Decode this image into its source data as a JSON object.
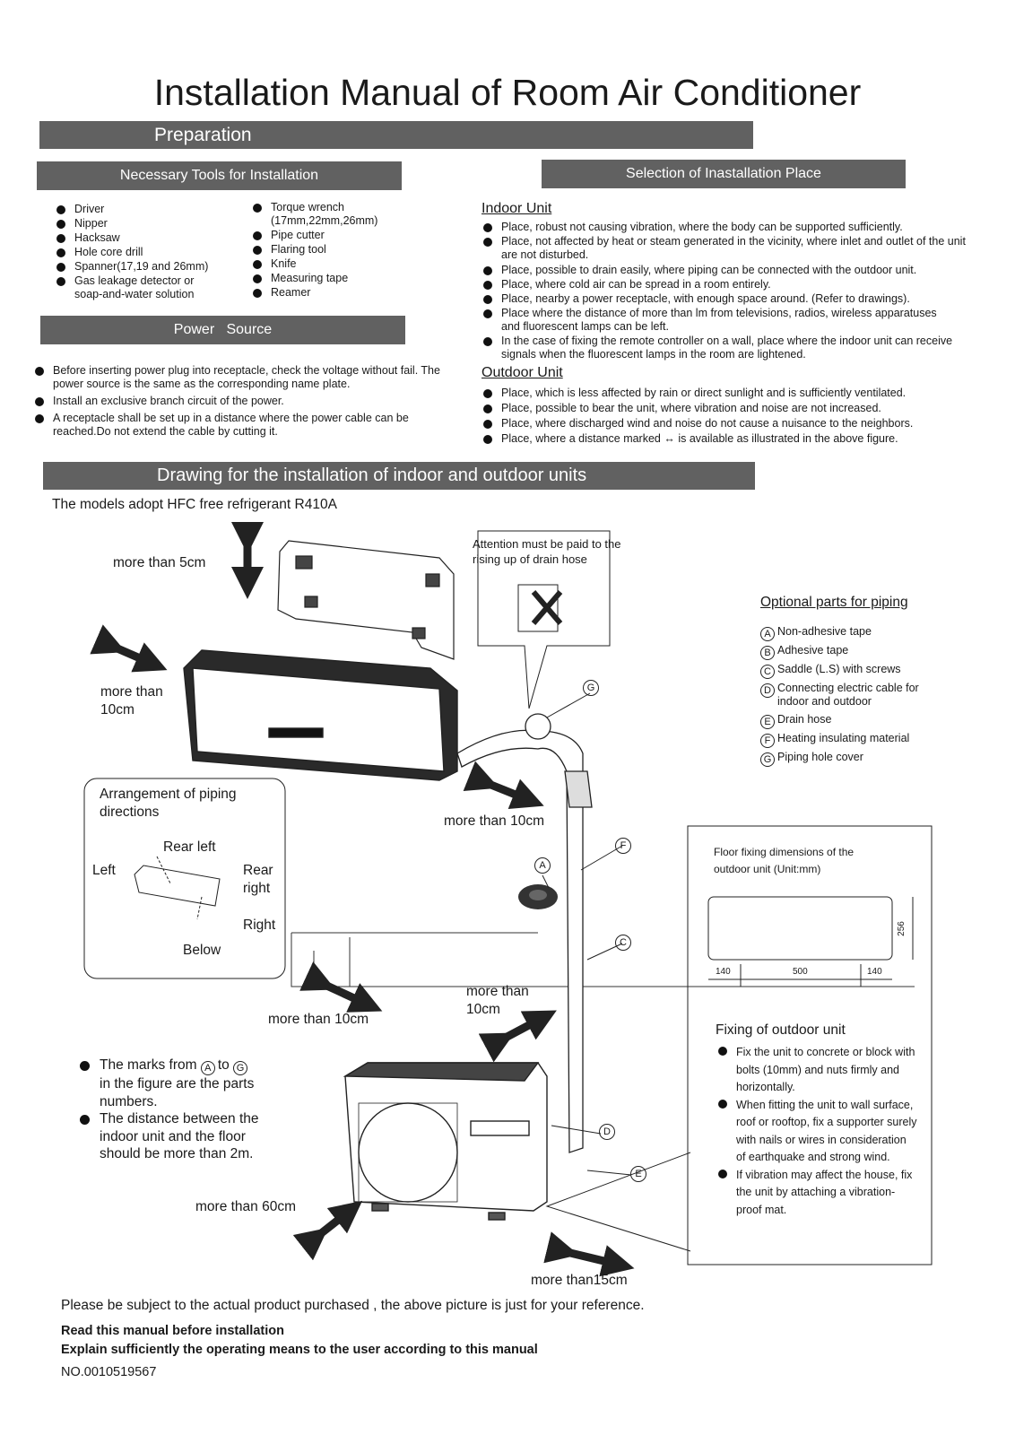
{
  "title": "Installation Manual of Room Air Conditioner",
  "preparation_bar": "Preparation",
  "tools": {
    "header": "Necessary Tools for Installation",
    "col1": [
      "Driver",
      "Nipper",
      "Hacksaw",
      "Hole core drill",
      "Spanner(17,19 and 26mm)",
      "Gas leakage detector or soap-and-water solution"
    ],
    "col2": [
      "Torque wrench (17mm,22mm,26mm)",
      "Pipe cutter",
      "Flaring tool",
      "Knife",
      "Measuring tape",
      "Reamer"
    ]
  },
  "power": {
    "header": "Power   Source",
    "items": [
      "Before inserting power plug into receptacle, check the voltage without fail. The power source is the same as the corresponding name plate.",
      "Install an exclusive branch circuit of the power.",
      "A receptacle shall be set up in a distance where the power cable can be reached.Do not extend the cable by cutting it."
    ]
  },
  "selection": {
    "header": "Selection of Inastallation Place",
    "indoor_title": "Indoor Unit",
    "indoor_items": [
      "Place, robust not causing vibration, where the body can be supported sufficiently.",
      "Place, not affected by heat or steam generated in the vicinity, where inlet and outlet of the unit are not disturbed.",
      "Place, possible to drain easily, where piping can be connected with the outdoor unit.",
      "Place, where cold air can be spread in a room entirely.",
      "Place, nearby a power receptacle, with enough space around. (Refer to drawings).",
      "Place where the distance of more than lm from televisions, radios, wireless apparatuses and fluorescent lamps can be left.",
      "In the case of fixing the remote controller on a wall, place where the indoor unit can receive signals when the fluorescent lamps in the room are lightened."
    ],
    "outdoor_title": "Outdoor Unit",
    "outdoor_items": [
      "Place, which is less affected by rain or direct sunlight and is sufficiently ventilated.",
      "Place, possible to bear the unit, where vibration and noise are not increased.",
      "Place, where discharged wind and noise do not cause a nuisance to the neighbors.",
      "Place, where a distance marked ↔ is available as illustrated in the above figure."
    ]
  },
  "drawing": {
    "header": "Drawing for the installation of indoor and outdoor units",
    "refrigerant": "The models adopt HFC free refrigerant R410A",
    "clearances": {
      "top": "more than 5cm",
      "left": "more than 10cm",
      "right": "more than 10cm",
      "wall": "more than 10cm",
      "outdoor_side": "more than 10cm",
      "front": "more than 60cm",
      "rear": "more than15cm"
    },
    "attention": "Attention must be paid to the rising up of drain hose",
    "arrangement": {
      "title": "Arrangement of piping directions",
      "rear_left": "Rear left",
      "left": "Left",
      "rear_right": "Rear right",
      "right": "Right",
      "below": "Below"
    },
    "optional_title": "Optional parts for piping",
    "optional_parts": [
      {
        "mark": "A",
        "label": "Non-adhesive tape"
      },
      {
        "mark": "B",
        "label": "Adhesive tape"
      },
      {
        "mark": "C",
        "label": "Saddle (L.S) with screws"
      },
      {
        "mark": "D",
        "label": "Connecting electric cable for indoor and outdoor"
      },
      {
        "mark": "E",
        "label": "Drain hose"
      },
      {
        "mark": "F",
        "label": "Heating insulating material"
      },
      {
        "mark": "G",
        "label": "Piping hole cover"
      }
    ],
    "callouts": [
      "A",
      "C",
      "D",
      "E",
      "F",
      "G"
    ],
    "notes": {
      "n1_pre": "The marks from",
      "n1_a": "A",
      "n1_to": "to",
      "n1_g": "G",
      "n1_post": "in the figure are the parts numbers.",
      "n2": "The distance between the indoor unit and the floor should be more than 2m."
    },
    "floor": {
      "title": "Floor fixing dimensions of the outdoor unit (Unit:mm)",
      "dim_height": "256",
      "dim_left": "140",
      "dim_mid": "500",
      "dim_right": "140"
    },
    "fixing": {
      "title": "Fixing of outdoor unit",
      "items": [
        "Fix the unit to concrete or block with bolts (10mm) and nuts firmly and horizontally.",
        "When fitting the unit to wall surface, roof or rooftop, fix a supporter surely with nails or wires in consideration of earthquake and strong wind.",
        "If vibration may affect the house, fix the unit by attaching a vibration-proof mat."
      ]
    }
  },
  "footer": {
    "disclaimer": "Please be subject to the actual product purchased , the above picture is just for your reference.",
    "read": "Read this manual before installation",
    "explain": "Explain sufficiently the operating means to the user according to this manual",
    "number": "NO.0010519567"
  }
}
